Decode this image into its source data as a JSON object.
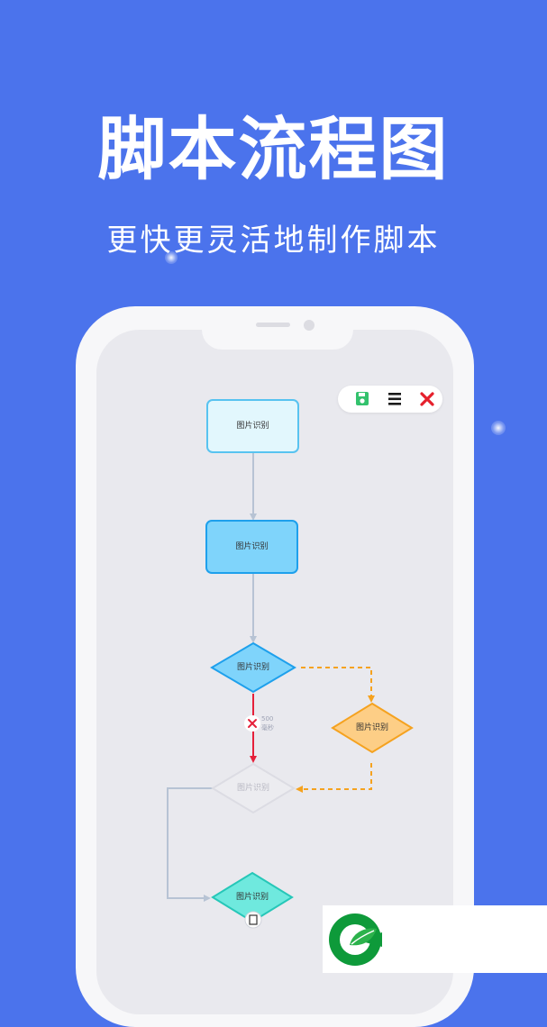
{
  "headline": "脚本流程图",
  "subheadline": "更快更灵活地制作脚本",
  "toolbar": {
    "save_icon": "save-icon",
    "menu_icon": "menu-icon",
    "close_icon": "close-icon"
  },
  "flowchart": {
    "nodes": [
      {
        "label": "图片识别",
        "shape": "rectangle",
        "style": "light-cyan"
      },
      {
        "label": "图片识别",
        "shape": "rectangle",
        "style": "blue"
      },
      {
        "label": "图片识别",
        "shape": "diamond",
        "style": "blue"
      },
      {
        "label": "图片识别",
        "shape": "diamond",
        "style": "orange"
      },
      {
        "label": "图片识别",
        "shape": "diamond",
        "style": "faded"
      },
      {
        "label": "图片识别",
        "shape": "diamond",
        "style": "teal"
      }
    ],
    "delay_badge": {
      "line1": "500",
      "line2": "毫秒"
    }
  },
  "colors": {
    "background": "#4b73ec",
    "arrow_gray": "#b7c3d4",
    "arrow_red": "#e5203a",
    "arrow_orange": "#f5a21f",
    "save_green": "#33c26d",
    "close_red": "#e5202c"
  }
}
